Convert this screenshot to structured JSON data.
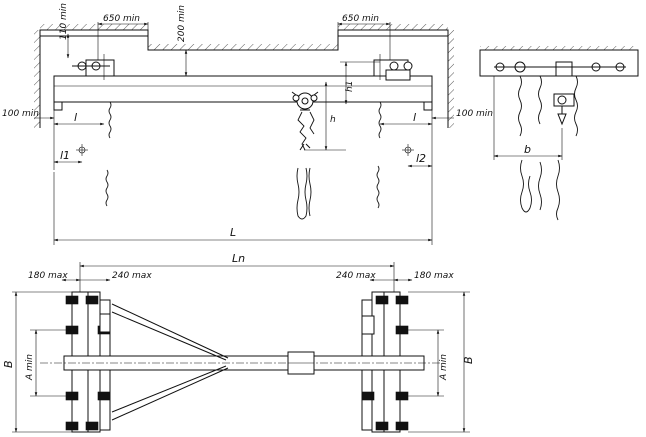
{
  "labels": {
    "dim_650_left": "650 min",
    "dim_650_right": "650 min",
    "dim_110": "110 min",
    "dim_200": "200 min",
    "dim_100_left": "100 min",
    "dim_100_right": "100 min",
    "h1": "h1",
    "h": "h",
    "l_left": "l",
    "l_right": "l",
    "l1": "l1",
    "l2": "l2",
    "L": "L",
    "b": "b",
    "Ln": "Ln",
    "dim_180_left": "180 max",
    "dim_240_left": "240 max",
    "dim_240_right": "240 max",
    "dim_180_right": "180 max",
    "B_left": "B",
    "A_left": "A min",
    "A_right": "A min",
    "B_right": "B"
  }
}
